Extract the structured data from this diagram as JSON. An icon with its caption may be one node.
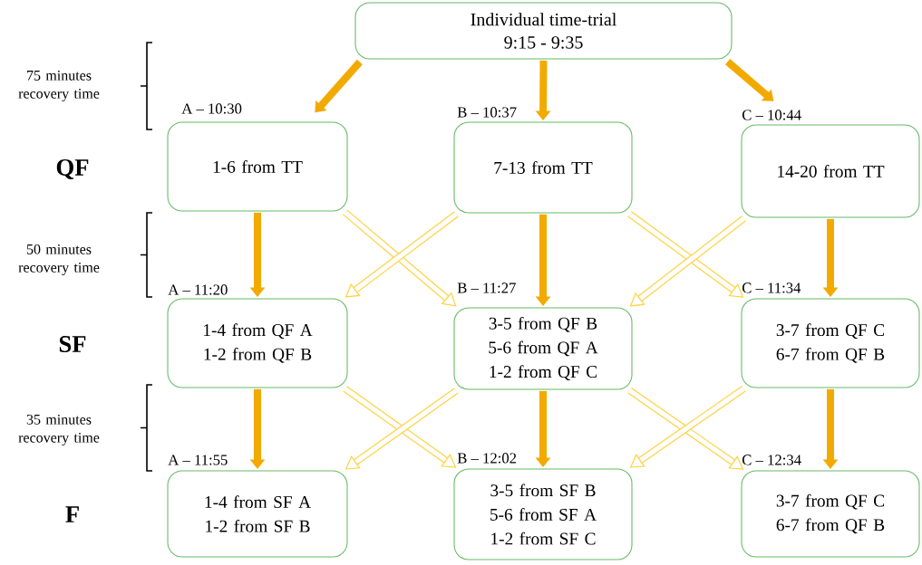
{
  "diagram": {
    "nodes": [
      {
        "text": [
          "Individual time-trial",
          "9:15 - 9:35"
        ]
      },
      {
        "text": [
          "1-6 from TT"
        ],
        "beside": [
          "A – 10:30"
        ]
      },
      {
        "text": [
          "7-13 from TT"
        ],
        "beside": [
          "B – 10:37"
        ]
      },
      {
        "text": [
          "14-20 from TT"
        ],
        "beside": [
          "C – 10:44"
        ]
      },
      {
        "text": [
          "1-4 from QF A 1-2 from QF B"
        ],
        "beside": [
          "A – 11:20"
        ]
      },
      {
        "text": [
          "3-5 from QF B 5-6 from QF A 1-2 from QF C"
        ],
        "beside": [
          "B – 11:27"
        ]
      },
      {
        "text": [
          "3-7 from QF C 6-7 from QF B"
        ],
        "beside": [
          "C – 11:34"
        ]
      },
      {
        "text": [
          "1-4 from SF A 1-2 from SF B"
        ],
        "beside": [
          "A – 11:55"
        ]
      },
      {
        "text": [
          "3-5 from SF B 5-6 from SF A 1-2 from SF C"
        ],
        "beside": [
          "B – 12:02"
        ]
      },
      {
        "text": [
          "3-7 from QF C 6-7 from QF B"
        ],
        "beside": [
          "C – 12:34"
        ]
      }
    ],
    "edges": [
      {
        "from": 0,
        "to": 1,
        "arrow": "to"
      },
      {
        "from": 0,
        "to": 2,
        "arrow": "to"
      },
      {
        "from": 0,
        "to": 3,
        "arrow": "to"
      },
      {
        "from": 1,
        "to": 4,
        "arrow": "to"
      },
      {
        "from": 1,
        "to": 5,
        "arrow": "to",
        "color": "#ffd23f"
      },
      {
        "from": 2,
        "to": 4,
        "arrow": "to",
        "color": "#ffd23f"
      },
      {
        "from": 2,
        "to": 5,
        "arrow": "to"
      },
      {
        "from": 2,
        "to": 6,
        "arrow": "to",
        "color": "#ffd23f"
      },
      {
        "from": 3,
        "to": 5,
        "arrow": "to",
        "color": "#ffd23f"
      },
      {
        "from": 3,
        "to": 6,
        "arrow": "to"
      },
      {
        "from": 4,
        "to": 7,
        "arrow": "to"
      },
      {
        "from": 4,
        "to": 8,
        "arrow": "to",
        "color": "#ffd23f"
      },
      {
        "from": 5,
        "to": 7,
        "arrow": "to",
        "color": "#ffd23f"
      },
      {
        "from": 5,
        "to": 8,
        "arrow": "to"
      },
      {
        "from": 5,
        "to": 9,
        "arrow": "to",
        "color": "#ffd23f"
      },
      {
        "from": 6,
        "to": 8,
        "arrow": "to",
        "color": "#ffd23f"
      },
      {
        "from": 6,
        "to": 9,
        "arrow": "to"
      }
    ],
    "labels": [
      "75 minutes recovery time",
      "QF",
      "50 minutes recovery time",
      "SF",
      "35 minutes recovery time",
      "F"
    ]
  }
}
